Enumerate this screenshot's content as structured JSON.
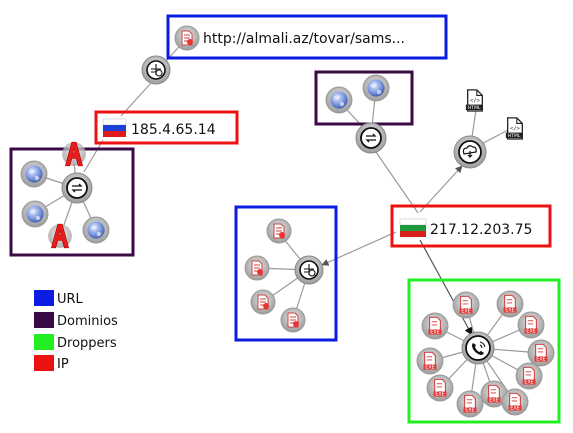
{
  "nodes": {
    "url_top": {
      "label": "http://almali.az/tovar/sams..."
    },
    "ip_ru": {
      "label": "185.4.65.14"
    },
    "ip_bg": {
      "label": "217.12.203.75"
    }
  },
  "icons": {
    "url_node": "url-file-icon",
    "relation_hub": "relation-arrows-icon",
    "download_hub": "cloud-download-icon",
    "url_hub": "url-hub-icon",
    "dropper_hub": "phone-call-icon",
    "domain": "globe-icon",
    "domain_alert": "red-letter-a-icon",
    "html_file": "html-file-icon",
    "exe_file": "exe-file-icon"
  },
  "legend": [
    {
      "label": "URL",
      "color": "#0b1de0"
    },
    {
      "label": "Dominios",
      "color": "#3a0a44"
    },
    {
      "label": "Droppers",
      "color": "#22ee22"
    },
    {
      "label": "IP",
      "color": "#ee1111"
    }
  ],
  "colors": {
    "url_box": "#0b1de0",
    "domain_box": "#3a0a44",
    "dropper_box": "#22ee22",
    "ip_box": "#ee1111",
    "edge": "#9a9a9a"
  }
}
